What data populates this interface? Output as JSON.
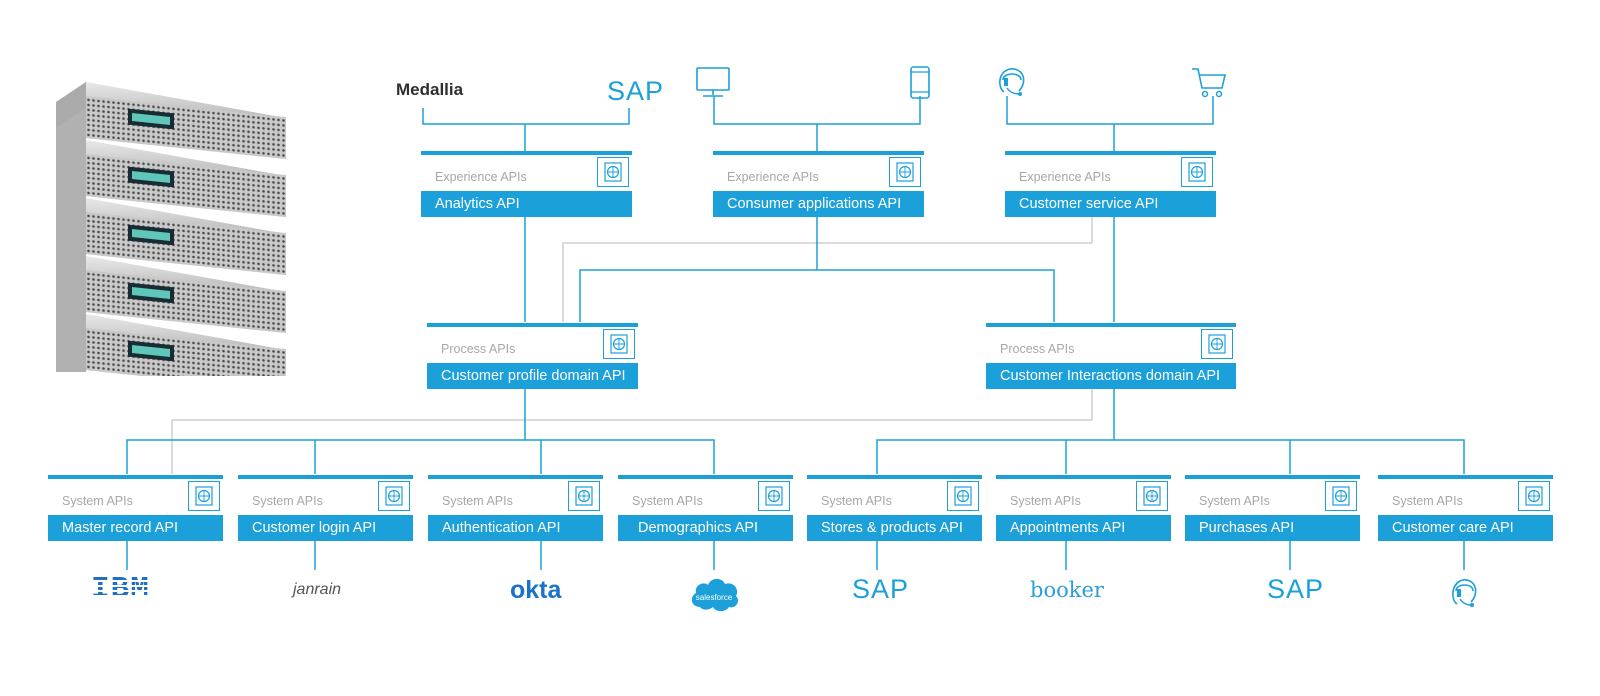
{
  "colors": {
    "accent": "#1ba0da",
    "muted_text": "#a7a7a7",
    "connector_gray": "#cccccc"
  },
  "server_stack": {
    "icon": "server-rack-icon"
  },
  "top_sources": {
    "medallia": "Medallia",
    "sap": "SAP",
    "desktop_icon": "desktop-monitor-icon",
    "mobile_icon": "mobile-phone-icon",
    "agent_icon": "support-agent-headset-icon",
    "cart_icon": "shopping-cart-icon"
  },
  "experience_layer": [
    {
      "kind": "Experience APIs",
      "name": "Analytics API"
    },
    {
      "kind": "Experience APIs",
      "name": "Consumer applications API"
    },
    {
      "kind": "Experience APIs",
      "name": "Customer service API"
    }
  ],
  "process_layer": [
    {
      "kind": "Process APIs",
      "name": "Customer profile domain API"
    },
    {
      "kind": "Process APIs",
      "name": "Customer Interactions domain API"
    }
  ],
  "system_layer": [
    {
      "kind": "System APIs",
      "name": "Master record API"
    },
    {
      "kind": "System APIs",
      "name": "Customer login API"
    },
    {
      "kind": "System APIs",
      "name": "Authentication API"
    },
    {
      "kind": "System APIs",
      "name": "Demographics API"
    },
    {
      "kind": "System APIs",
      "name": "Stores & products API"
    },
    {
      "kind": "System APIs",
      "name": "Appointments API"
    },
    {
      "kind": "System APIs",
      "name": "Purchases API"
    },
    {
      "kind": "System APIs",
      "name": "Customer care API"
    }
  ],
  "bottom_sources": {
    "ibm": "IBM",
    "janrain": "janrain",
    "okta": "okta",
    "salesforce": "salesforce",
    "sap_1": "SAP",
    "booker": "booker",
    "sap_2": "SAP",
    "care_icon": "support-agent-headset-icon"
  },
  "badge_icon": "api-globe-badge-icon"
}
